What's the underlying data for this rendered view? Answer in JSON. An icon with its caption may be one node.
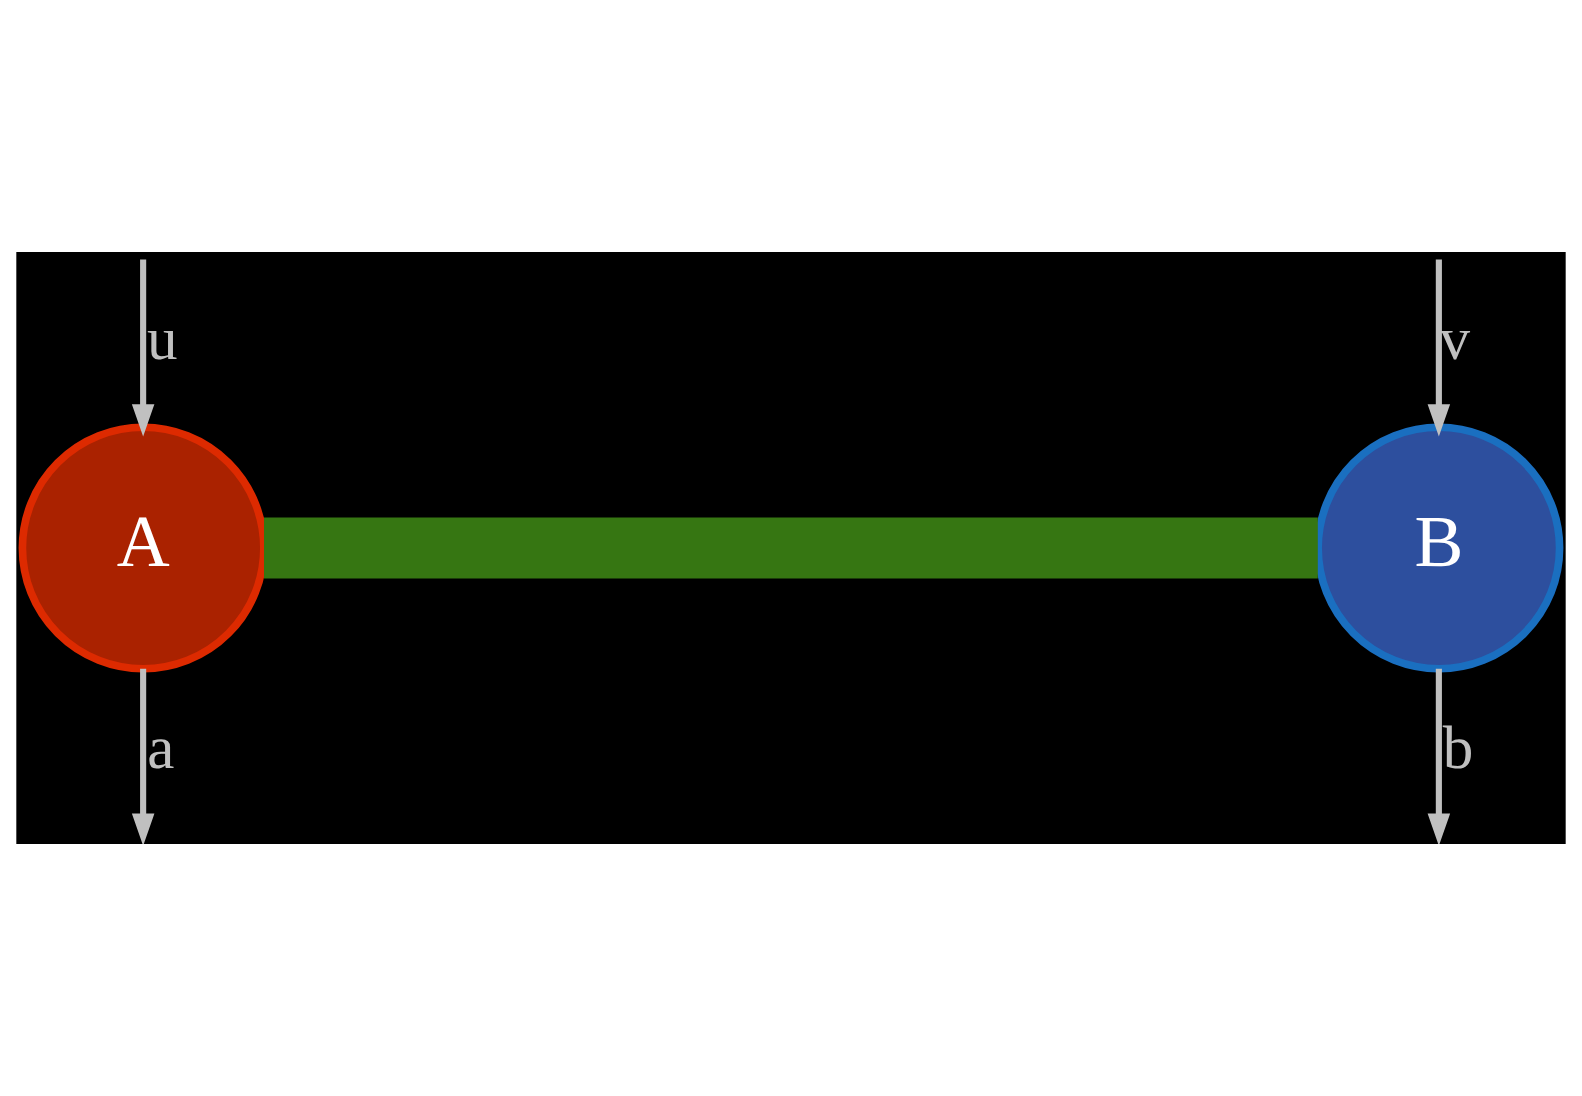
{
  "diagram": {
    "nodes": [
      {
        "text": [
          "A"
        ]
      },
      {
        "text": [
          "B"
        ]
      }
    ],
    "edges": [
      {
        "from": 0,
        "to": 1,
        "arrow": "none",
        "style": "thick",
        "color": "#367612"
      },
      {
        "from": null,
        "to": 0,
        "arrow": "to",
        "label": "u"
      },
      {
        "from": null,
        "to": 1,
        "arrow": "to",
        "label": "v"
      },
      {
        "from": 0,
        "to": null,
        "arrow": "to",
        "label": "a"
      },
      {
        "from": 1,
        "to": null,
        "arrow": "to",
        "label": "b"
      }
    ]
  }
}
